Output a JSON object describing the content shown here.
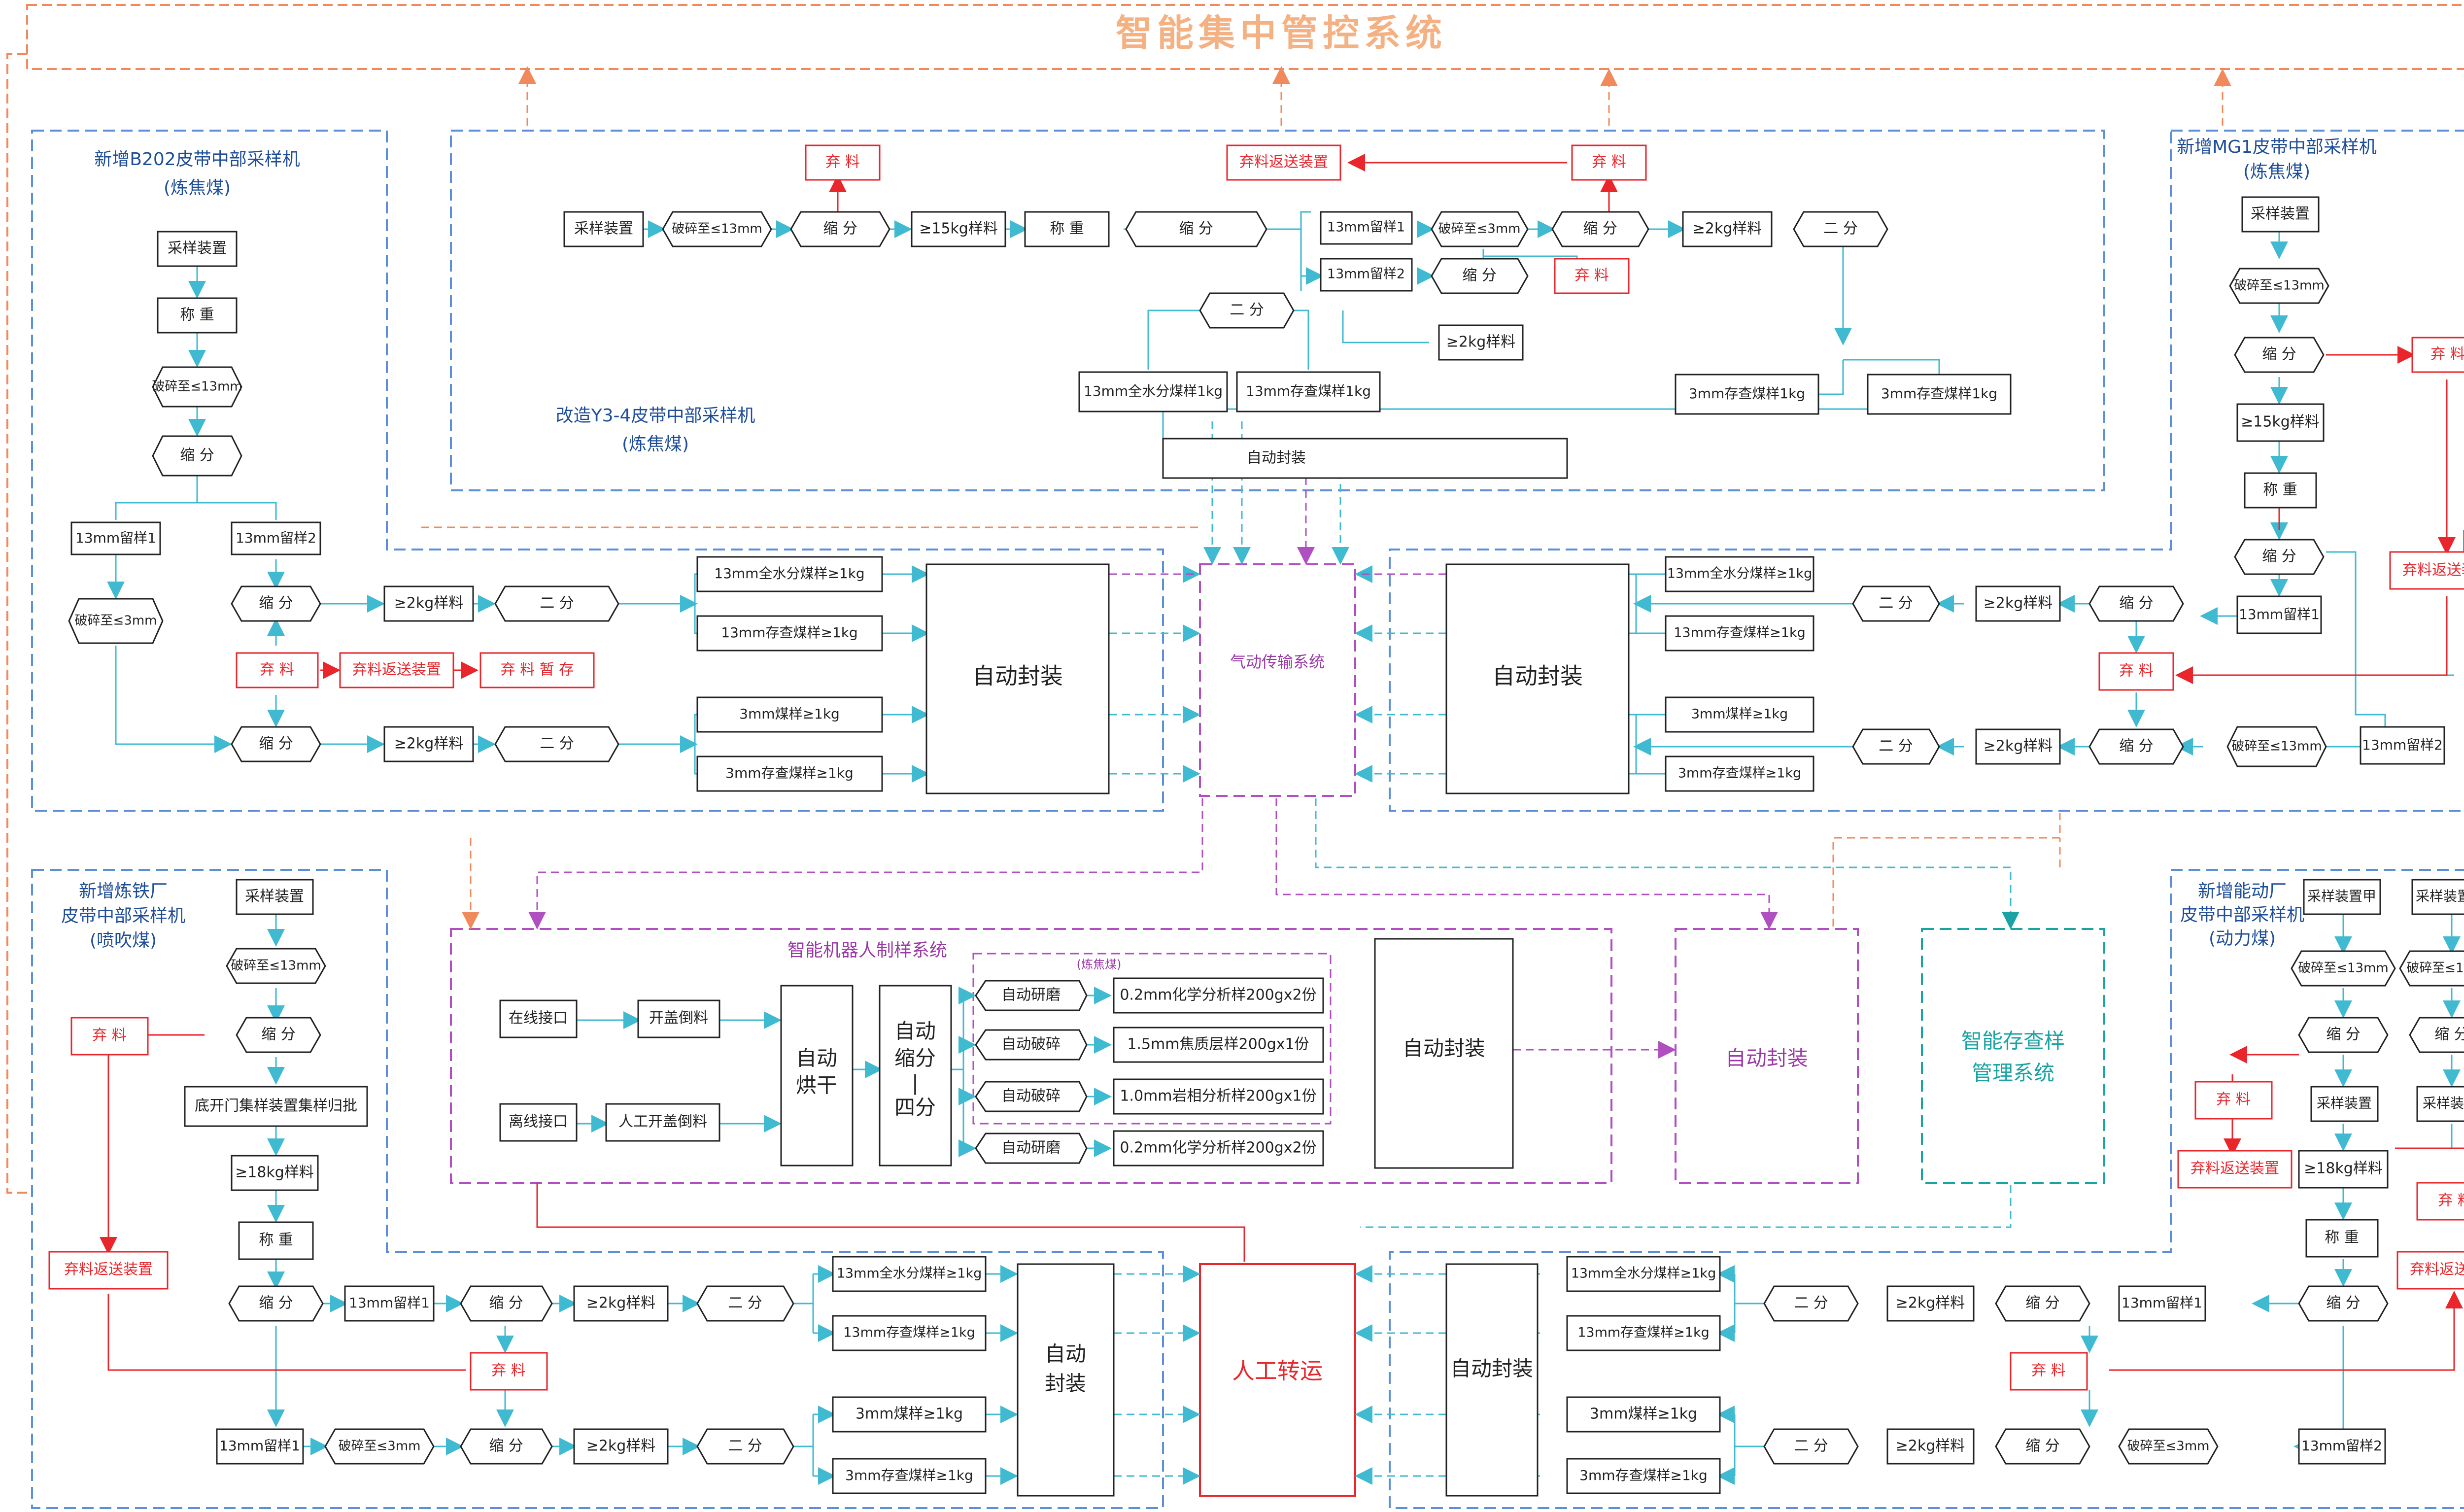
{
  "colors": {
    "line": "#3fbad1",
    "red": "#e8262c",
    "blue_dash": "#5b8fd6",
    "orange_dash": "#f08a5d",
    "purple": "#b04fc0",
    "teal": "#1aa3a3",
    "title": "#f4b183",
    "box": "#222222"
  },
  "title": "智能集中管控系统",
  "panels": {
    "top_left": {
      "title1": "新增B202皮带中部采样机",
      "title2": "(炼焦煤)"
    },
    "top_mid": {
      "title1": "改造Y3-4皮带中部采样机",
      "title2": "(炼焦煤)"
    },
    "top_right": {
      "title1": "新增MG1皮带中部采样机",
      "title2": "(炼焦煤)"
    },
    "bottom_left": {
      "title1": "新增炼铁厂",
      "title2": "皮带中部采样机",
      "title3": "(喷吹煤)"
    },
    "bottom_right": {
      "title1": "新增能动厂",
      "title2": "皮带中部采样机",
      "title3": "(动力煤)"
    },
    "robot": {
      "title": "智能机器人制样系统",
      "sub": "(炼焦煤)"
    }
  },
  "labels": {
    "sampler": "采样装置",
    "weigh": "称  重",
    "crush13": "破碎至≤13mm",
    "crush3": "破碎至≤3mm",
    "divide": "缩  分",
    "half": "二  分",
    "r13_1": "13mm留样1",
    "r13_2": "13mm留样2",
    "ge2kg": "≥2kg样料",
    "ge15kg": "≥15kg样料",
    "ge18kg": "≥18kg样料",
    "discard": "弃  料",
    "discard_return": "弃料返送装置",
    "discard_store": "弃 料 暂 存",
    "w13_full": "13mm全水分煤样≥1kg",
    "w13_store": "13mm存查煤样≥1kg",
    "w3": "3mm煤样≥1kg",
    "w3_store": "3mm存查煤样≥1kg",
    "auto_seal": "自动封装",
    "auto_seal_v": "自动\n封装",
    "pneumatic": "气动传输系统",
    "manual": "人工转运",
    "storage1": "智能存查样",
    "storage2": "管理系统",
    "online": "在线接口",
    "offline": "离线接口",
    "open_pour": "开盖倒料",
    "manual_open": "人工开盖倒料",
    "dry1": "自动",
    "dry2": "烘干",
    "div1": "自动",
    "div2": "缩分",
    "div3": "|",
    "div4": "四分",
    "grind": "自动研磨",
    "crusher": "自动破碎",
    "s02": "0.2mm化学分析样200gx2份",
    "s15": "1.5mm焦质层样200gx1份",
    "s10": "1.0mm岩相分析样200gx1份",
    "sampler_a": "采样装置甲",
    "sampler_b": "采样装置乙",
    "bottom_sampler": "底开门集样装置集样归批",
    "top_mid_w13_full": "13mm全水分煤样1kg",
    "top_mid_w13_store": "13mm存查煤样1kg",
    "top_mid_w3_store": "3mm存查煤样1kg"
  }
}
